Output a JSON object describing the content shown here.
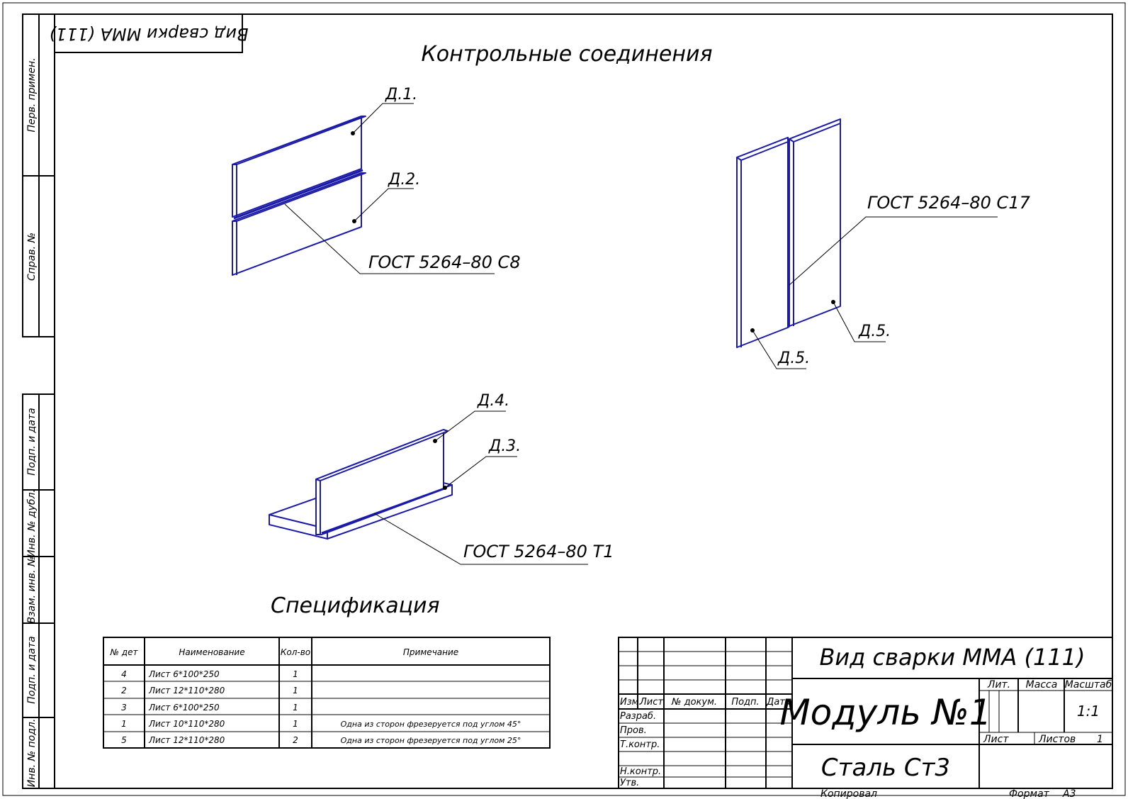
{
  "sheet": {
    "mirrored_stamp": "Вид сварки MMA (111)",
    "side_labels": [
      "Перв. примен.",
      "Справ. №",
      "Подп. и дата",
      "Инв. № дубл.",
      "Взам. инв. №",
      "Подп. и дата",
      "Инв. № подл."
    ],
    "footer_copied": "Копировал",
    "footer_format_label": "Формат",
    "footer_format_value": "А3"
  },
  "views": {
    "title": "Контрольные соединения",
    "joint1": {
      "detail_top": "Д.1.",
      "detail_bottom": "Д.2.",
      "gost": "ГОСТ 5264–80 С8"
    },
    "joint2": {
      "detail_left": "Д.5.",
      "detail_right": "Д.5.",
      "gost": "ГОСТ 5264–80 С17"
    },
    "joint3": {
      "detail_vertical": "Д.4.",
      "detail_base": "Д.3.",
      "gost": "ГОСТ 5264–80 Т1"
    }
  },
  "spec": {
    "title": "Спецификация",
    "headers": [
      "№ дет",
      "Наименование",
      "Кол-во",
      "Примечание"
    ],
    "rows": [
      [
        "4",
        "Лист 6*100*250",
        "1",
        ""
      ],
      [
        "2",
        "Лист 12*110*280",
        "1",
        ""
      ],
      [
        "3",
        "Лист 6*100*250",
        "1",
        ""
      ],
      [
        "1",
        "Лист 10*110*280",
        "1",
        "Одна из сторон фрезеруется под углом 45°"
      ],
      [
        "5",
        "Лист 12*110*280",
        "2",
        "Одна из сторон фрезеруется под углом 25°"
      ]
    ]
  },
  "title_block": {
    "doc_title": "Вид сварки MMA (111)",
    "name": "Модуль №1",
    "material": "Сталь Ст3",
    "col_headers": [
      "Изм.",
      "Лист",
      "№ докум.",
      "Подп.",
      "Дата"
    ],
    "roles": [
      "Разраб.",
      "Пров.",
      "Т.контр.",
      "Н.контр.",
      "Утв."
    ],
    "lit_label": "Лит.",
    "mass_label": "Масса",
    "scale_label": "Масштаб",
    "scale_value": "1:1",
    "sheet_label": "Лист",
    "sheets_label": "Листов",
    "sheets_value": "1"
  }
}
